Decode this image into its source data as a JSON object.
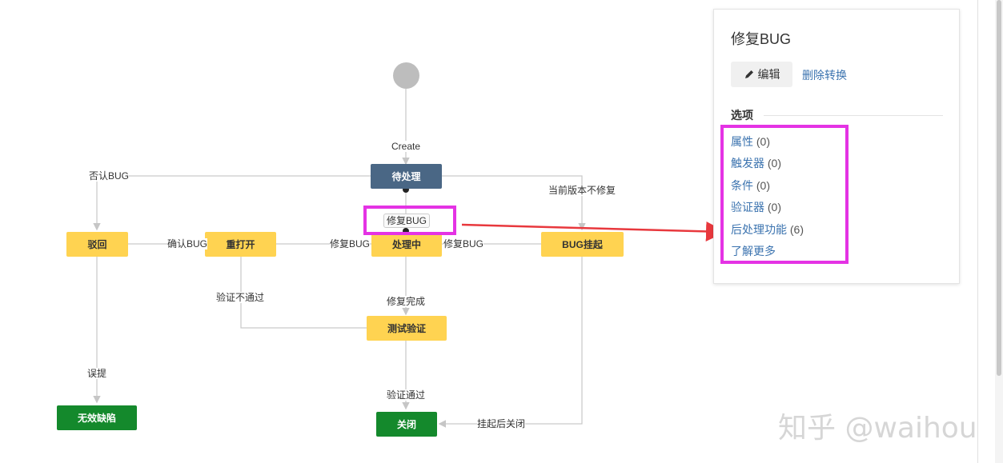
{
  "workflow": {
    "start_label": "Create",
    "states": {
      "pending": "待处理",
      "rejected": "驳回",
      "reopen": "重打开",
      "processing": "处理中",
      "suspended": "BUG挂起",
      "testing": "测试验证",
      "invalid": "无效缺陷",
      "closed": "关闭"
    },
    "transitions": {
      "deny_bug": "否认BUG",
      "not_fix_current": "当前版本不修复",
      "fix_bug_selected": "修复BUG",
      "confirm_bug": "确认BUG",
      "fix_bug_left": "修复BUG",
      "fix_bug_right": "修复BUG",
      "verify_fail": "验证不通过",
      "fix_done": "修复完成",
      "mistaken": "误提",
      "verify_pass": "验证通过",
      "close_after_suspend": "挂起后关闭"
    },
    "colors": {
      "status_yellow": "#ffd351",
      "status_blue": "#4a6785",
      "status_green": "#14892c",
      "highlight": "#e433e4",
      "arrow": "#e8383d"
    }
  },
  "panel": {
    "title": "修复BUG",
    "edit_icon": "pencil-icon",
    "edit_label": "编辑",
    "delete_label": "删除转换",
    "options_header": "选项",
    "options": [
      {
        "label": "属性",
        "count": "(0)"
      },
      {
        "label": "触发器",
        "count": "(0)"
      },
      {
        "label": "条件",
        "count": "(0)"
      },
      {
        "label": "验证器",
        "count": "(0)"
      },
      {
        "label": "后处理功能",
        "count": "(6)"
      },
      {
        "label": "了解更多",
        "count": ""
      }
    ]
  },
  "watermark": "知乎 @waihou"
}
